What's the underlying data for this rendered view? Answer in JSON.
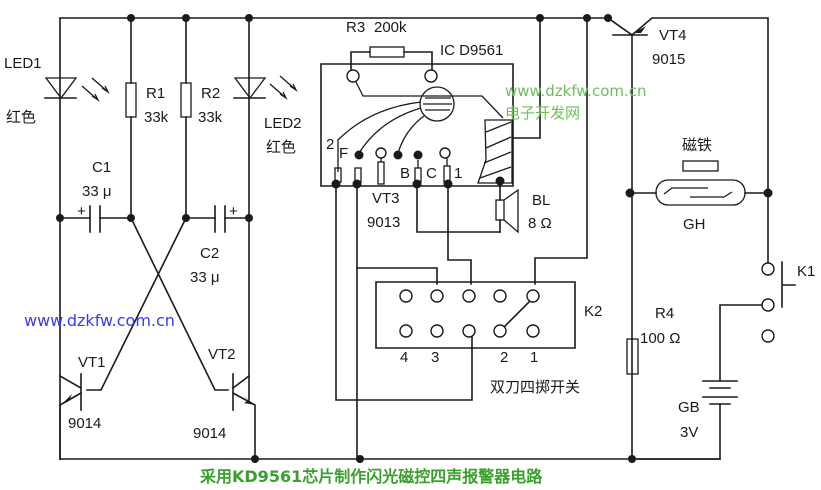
{
  "title": "采用KD9561芯片制作闪光磁控四声报警器电路",
  "watermarks": {
    "url_blue": "www.dzkfw.com.cn",
    "url_green": "www.dzkfw.com.cn",
    "site_name": "电子开发网"
  },
  "components": {
    "led1": {
      "ref": "LED1",
      "color": "红色"
    },
    "led2": {
      "ref": "LED2",
      "color": "红色"
    },
    "r1": {
      "ref": "R1",
      "value": "33k"
    },
    "r2": {
      "ref": "R2",
      "value": "33k"
    },
    "r3": {
      "ref": "R3",
      "value": "200k"
    },
    "r4": {
      "ref": "R4",
      "value": "100 Ω"
    },
    "c1": {
      "ref": "C1",
      "value": "33 μ",
      "plus": "+"
    },
    "c2": {
      "ref": "C2",
      "value": "33 μ",
      "plus": "+"
    },
    "vt1": {
      "ref": "VT1",
      "part": "9014"
    },
    "vt2": {
      "ref": "VT2",
      "part": "9014"
    },
    "vt3": {
      "ref": "VT3",
      "part": "9013"
    },
    "vt4": {
      "ref": "VT4",
      "part": "9015"
    },
    "ic": {
      "ref": "IC D9561",
      "pins": {
        "p2": "2",
        "f": "F",
        "b": "B",
        "c": "C",
        "p1": "1"
      }
    },
    "bl": {
      "ref": "BL",
      "value": "8 Ω"
    },
    "gh": {
      "ref": "GH",
      "magnet": "磁铁"
    },
    "k1": {
      "ref": "K1"
    },
    "k2": {
      "ref": "K2",
      "description": "双刀四掷开关",
      "positions": [
        "4",
        "3",
        "2",
        "1"
      ]
    },
    "gb": {
      "ref": "GB",
      "value": "3V"
    }
  },
  "colors": {
    "wire": "#1a1a1a",
    "watermark_blue": "#3a3af0",
    "watermark_green": "#6cc05a",
    "title_green": "#3aa02c"
  }
}
